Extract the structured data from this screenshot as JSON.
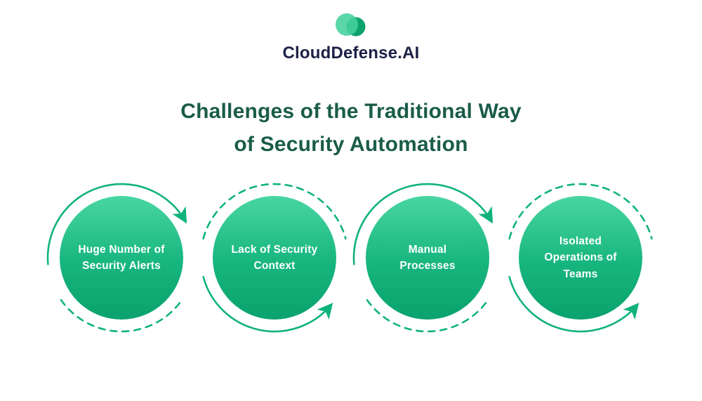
{
  "logo": {
    "brand": "CloudDefense.AI",
    "icon": "two-overlapping-circles"
  },
  "title": {
    "line1": "Challenges of the Traditional Way",
    "line2": "of Security Automation"
  },
  "challenges": [
    {
      "label": "Huge Number of\nSecurity Alerts"
    },
    {
      "label": "Lack of Security\nContext"
    },
    {
      "label": "Manual\nProcesses"
    },
    {
      "label": "Isolated\nOperations of\nTeams"
    }
  ],
  "colors": {
    "background": "#ffffff",
    "title_green": "#1a5c49",
    "brand_navy": "#1c2145",
    "arrow_green": "#10b27c",
    "bubble_gradient_top": "#48d6a2",
    "bubble_gradient_bottom": "#0aa26d",
    "bubble_text": "#ffffff",
    "logo_circle_light": "#44d09e",
    "logo_circle_dark": "#0ea26d"
  }
}
